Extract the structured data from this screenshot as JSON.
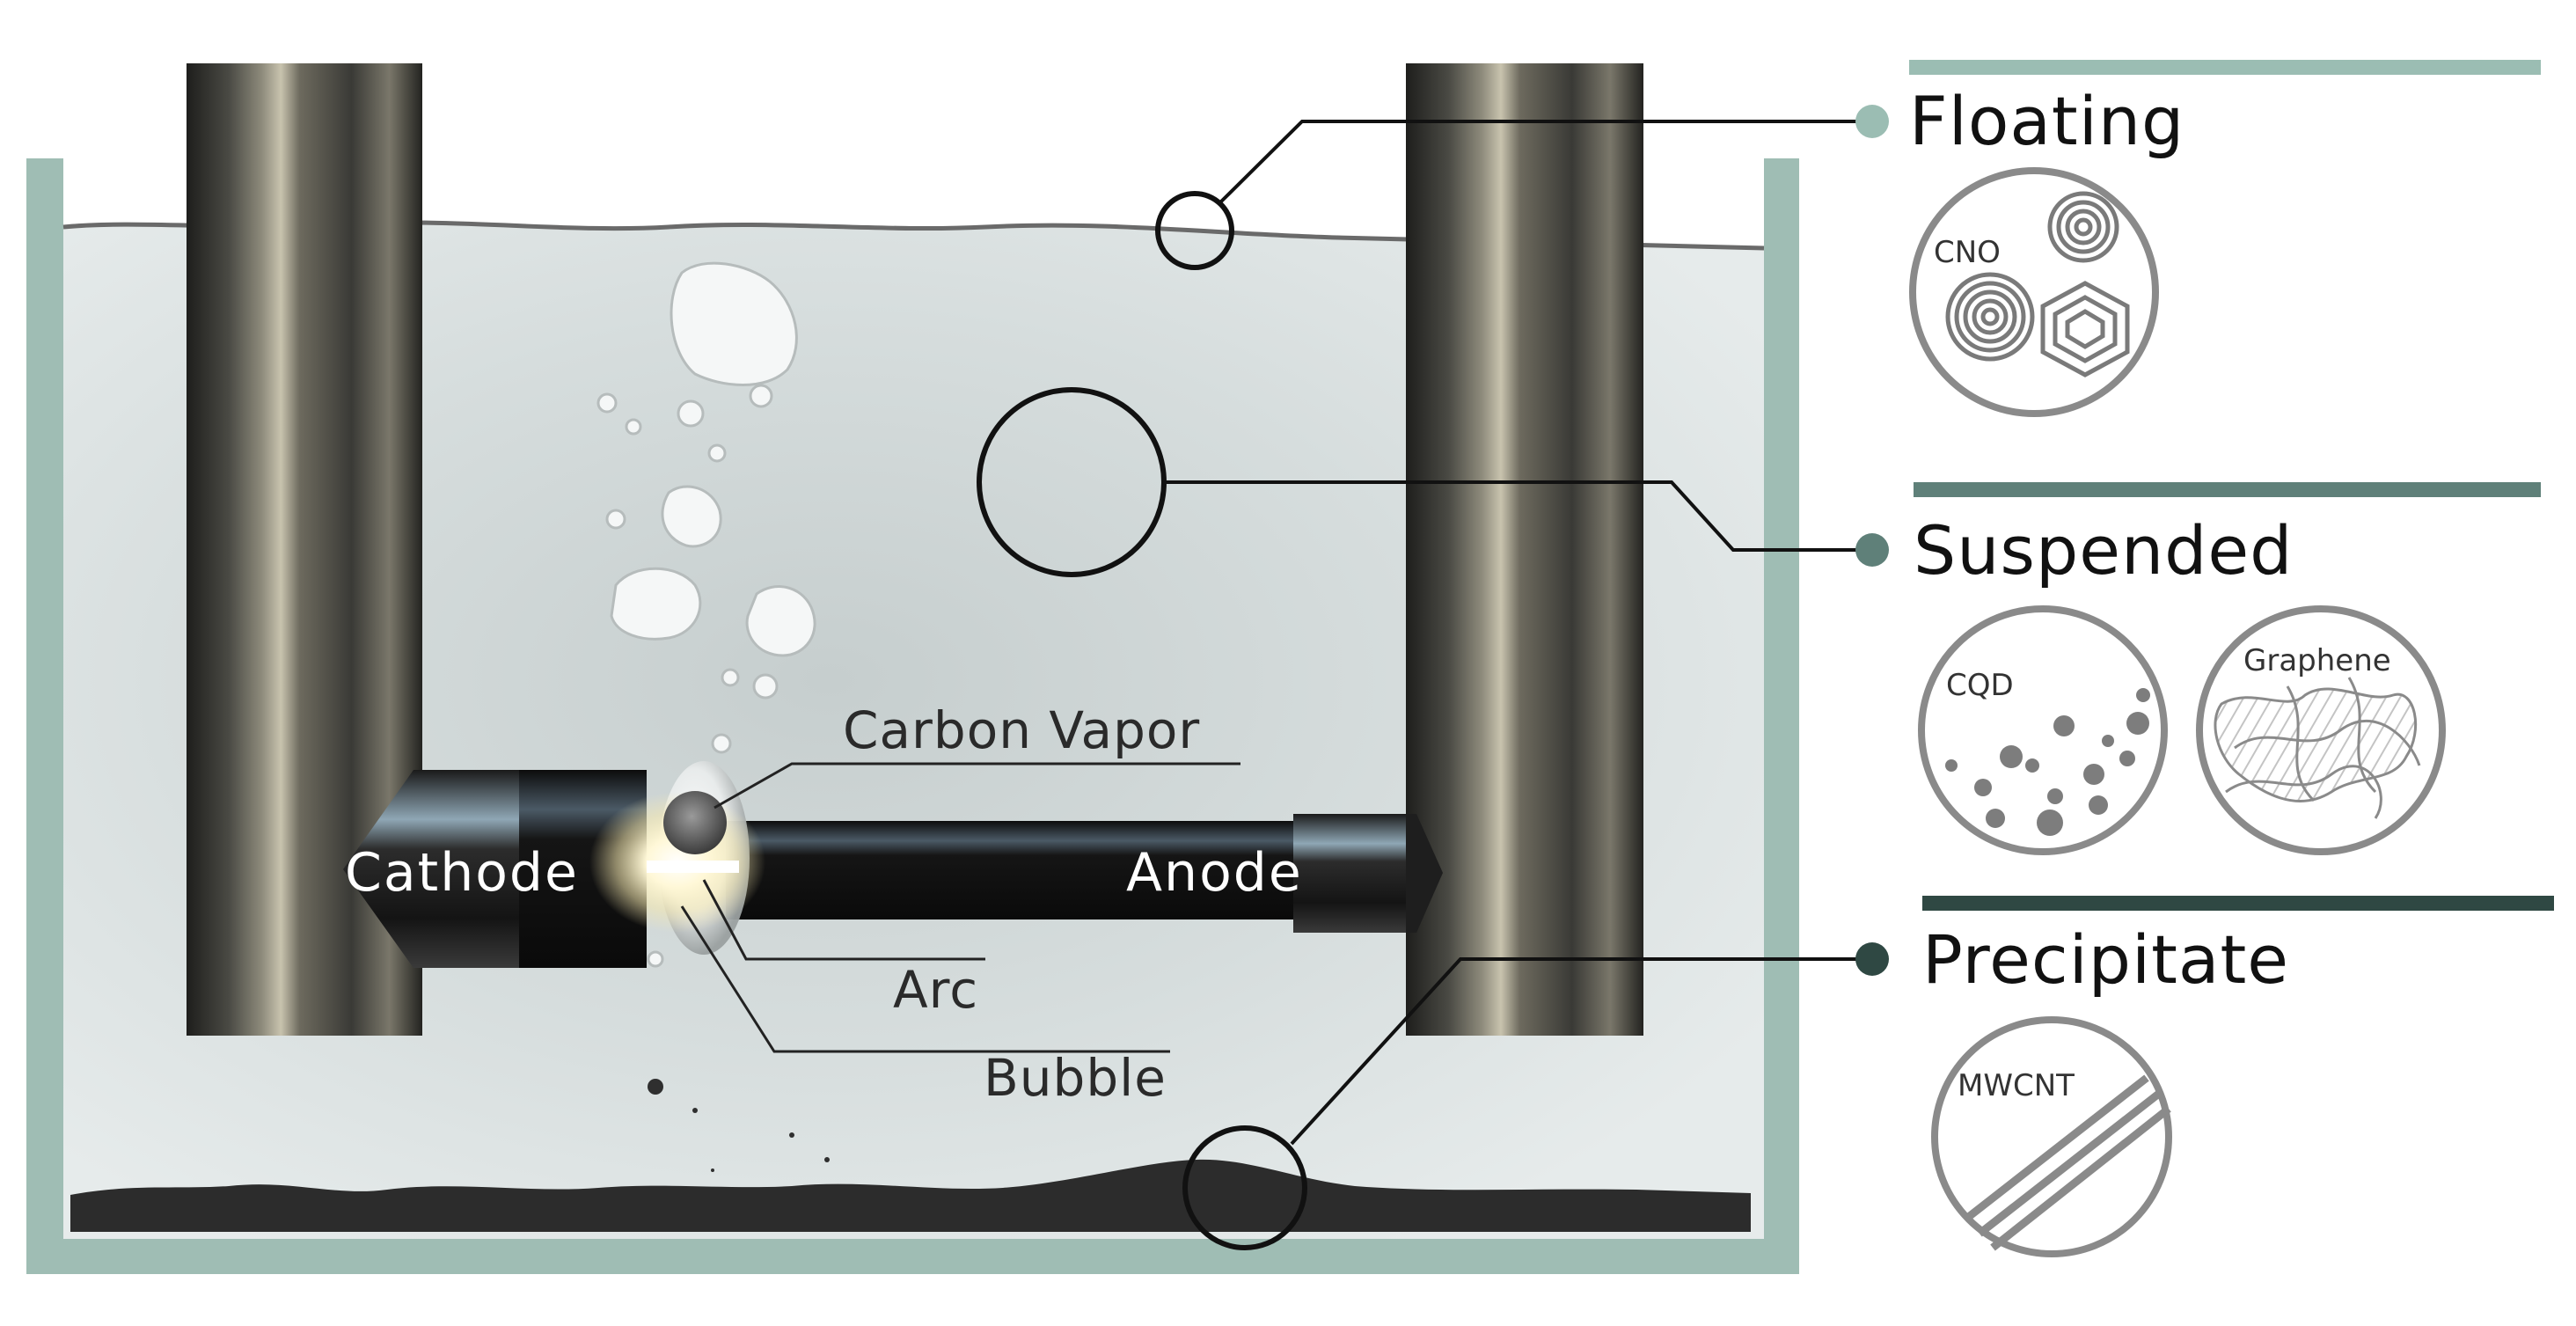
{
  "diagram": {
    "electrode_labels": {
      "cathode": "Cathode",
      "anode": "Anode"
    },
    "callouts": {
      "carbon_vapor": "Carbon Vapor",
      "arc": "Arc",
      "bubble": "Bubble"
    },
    "categories": [
      {
        "label": "Floating",
        "color": "#9bbdb3",
        "products": [
          "CNO"
        ]
      },
      {
        "label": "Suspended",
        "color": "#5f8079",
        "products": [
          "CQD",
          "Graphene"
        ]
      },
      {
        "label": "Precipitate",
        "color": "#2f4843",
        "products": [
          "MWCNT"
        ]
      }
    ],
    "colors": {
      "tank": "#9fbdb4",
      "liquid": "#d4dcdc",
      "electrode": "#3a3a36",
      "sediment": "#2c2c2c"
    }
  }
}
